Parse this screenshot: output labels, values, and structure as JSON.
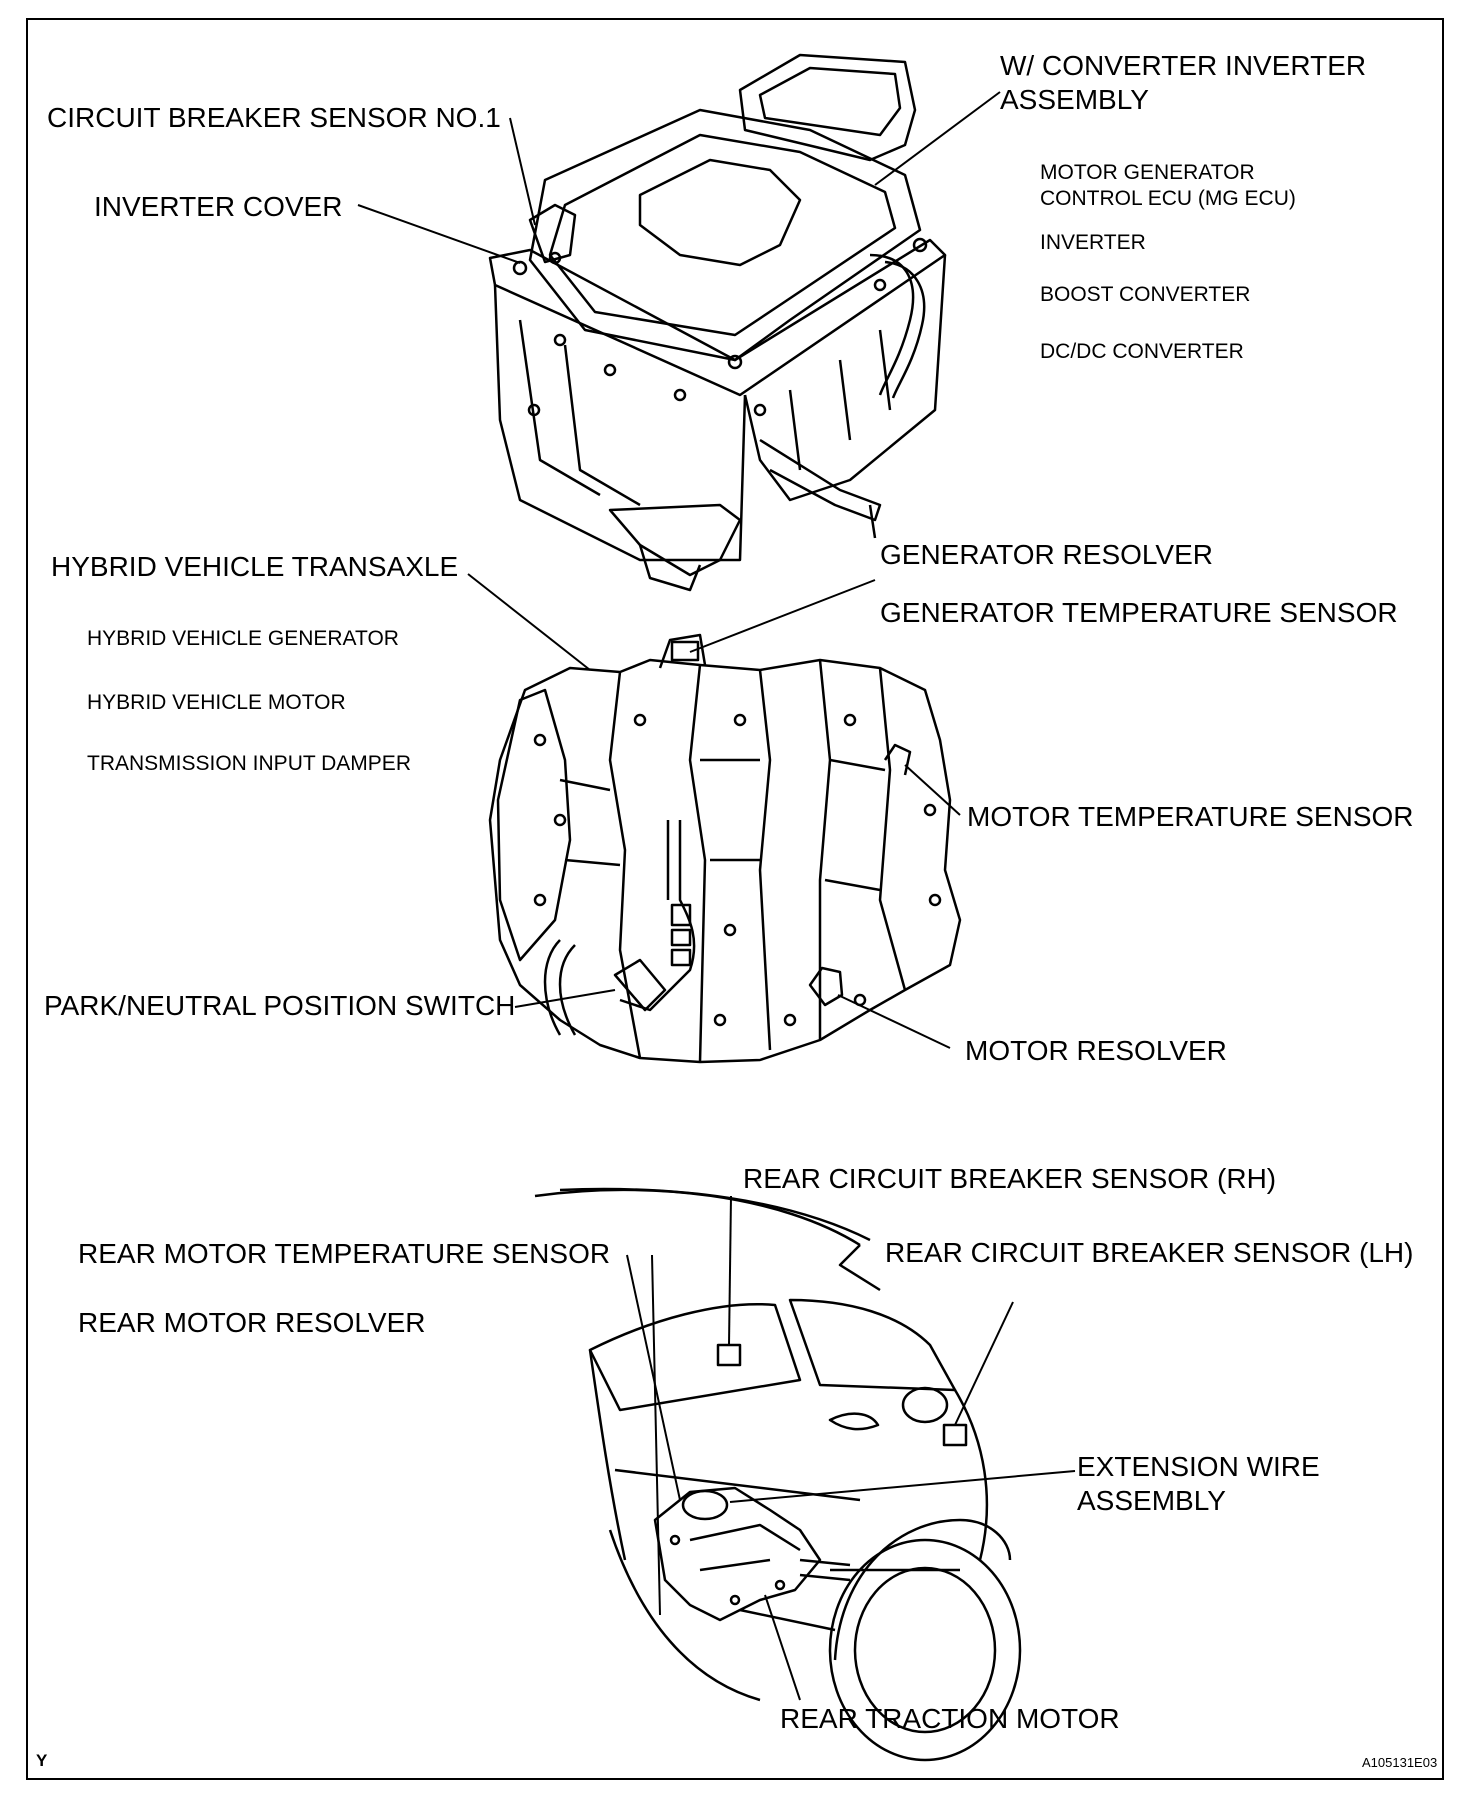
{
  "labels": {
    "circuit_breaker_sensor_no1": "CIRCUIT BREAKER SENSOR NO.1",
    "inverter_cover": "INVERTER COVER",
    "converter_inverter_assembly_line1": "W/ CONVERTER INVERTER",
    "converter_inverter_assembly_line2": "ASSEMBLY",
    "mg_ecu_line1": "MOTOR GENERATOR",
    "mg_ecu_line2": "CONTROL ECU (MG ECU)",
    "inverter": "INVERTER",
    "boost_converter": "BOOST CONVERTER",
    "dcdc_converter": "DC/DC CONVERTER",
    "hybrid_vehicle_transaxle": "HYBRID VEHICLE TRANSAXLE",
    "hybrid_vehicle_generator": "HYBRID VEHICLE GENERATOR",
    "hybrid_vehicle_motor": "HYBRID VEHICLE MOTOR",
    "transmission_input_damper": "TRANSMISSION INPUT DAMPER",
    "generator_resolver": "GENERATOR RESOLVER",
    "generator_temperature_sensor": "GENERATOR TEMPERATURE SENSOR",
    "motor_temperature_sensor": "MOTOR TEMPERATURE SENSOR",
    "park_neutral_position_switch": "PARK/NEUTRAL POSITION SWITCH",
    "motor_resolver": "MOTOR RESOLVER",
    "rear_circuit_breaker_sensor_rh": "REAR CIRCUIT BREAKER SENSOR (RH)",
    "rear_motor_temperature_sensor": "REAR MOTOR TEMPERATURE SENSOR",
    "rear_circuit_breaker_sensor_lh": "REAR CIRCUIT BREAKER SENSOR (LH)",
    "rear_motor_resolver": "REAR MOTOR RESOLVER",
    "extension_wire_assembly_line1": "EXTENSION WIRE",
    "extension_wire_assembly_line2": "ASSEMBLY",
    "rear_traction_motor": "REAR TRACTION MOTOR"
  },
  "footer": {
    "corner_mark": "Y",
    "figure_code": "A105131E03"
  }
}
